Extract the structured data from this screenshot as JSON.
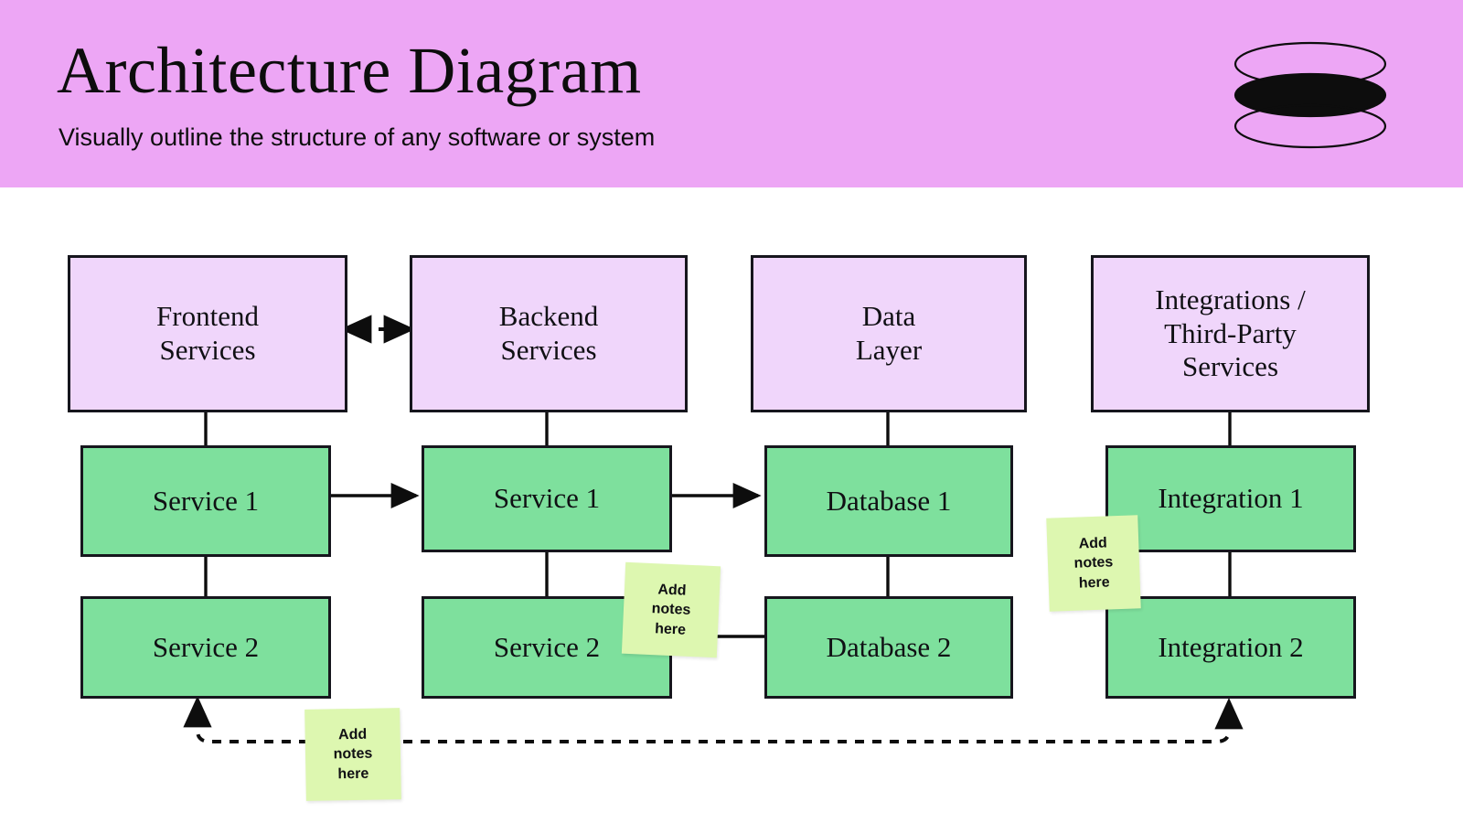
{
  "header": {
    "title": "Architecture Diagram",
    "subtitle": "Visually outline the structure of any software or system",
    "banner_color": "#eda6f5",
    "logo_name": "stacked-ellipses-logo"
  },
  "theme": {
    "group_fill": "#f0d6fb",
    "service_fill": "#7ee09d",
    "sticky_fill": "#ddf7b0",
    "stroke": "#16161d",
    "page_background": "#ffffff"
  },
  "columns": [
    {
      "group": "Frontend\nServices",
      "group_label_line1": "Frontend",
      "group_label_line2": "Services",
      "nodes": [
        "Service 1",
        "Service 2"
      ]
    },
    {
      "group": "Backend\nServices",
      "group_label_line1": "Backend",
      "group_label_line2": "Services",
      "nodes": [
        "Service 1",
        "Service 2"
      ]
    },
    {
      "group": "Data\nLayer",
      "group_label_line1": "Data",
      "group_label_line2": "Layer",
      "nodes": [
        "Database 1",
        "Database 2"
      ]
    },
    {
      "group": "Integrations /\nThird-Party\nServices",
      "group_label_line1": "Integrations /",
      "group_label_line2": "Third-Party",
      "group_label_line3": "Services",
      "nodes": [
        "Integration 1",
        "Integration 2"
      ]
    }
  ],
  "sticky_notes": [
    {
      "text": "Add\nnotes\nhere",
      "line1": "Add",
      "line2": "notes",
      "line3": "here"
    },
    {
      "text": "Add\nnotes\nhere",
      "line1": "Add",
      "line2": "notes",
      "line3": "here"
    },
    {
      "text": "Add\nnotes\nhere",
      "line1": "Add",
      "line2": "notes",
      "line3": "here"
    }
  ],
  "connectors": [
    {
      "name": "frontend-backend-bidirectional",
      "style": "dashed",
      "arrows": "both"
    },
    {
      "name": "frontend-service1-to-backend-service1",
      "style": "solid",
      "arrows": "end"
    },
    {
      "name": "backend-service1-to-database1",
      "style": "solid",
      "arrows": "end"
    },
    {
      "name": "database2-to-backend-service2",
      "style": "solid",
      "arrows": "end"
    },
    {
      "name": "integration2-to-frontend-service2-feedback",
      "style": "dashed",
      "arrows": "both-up"
    }
  ]
}
